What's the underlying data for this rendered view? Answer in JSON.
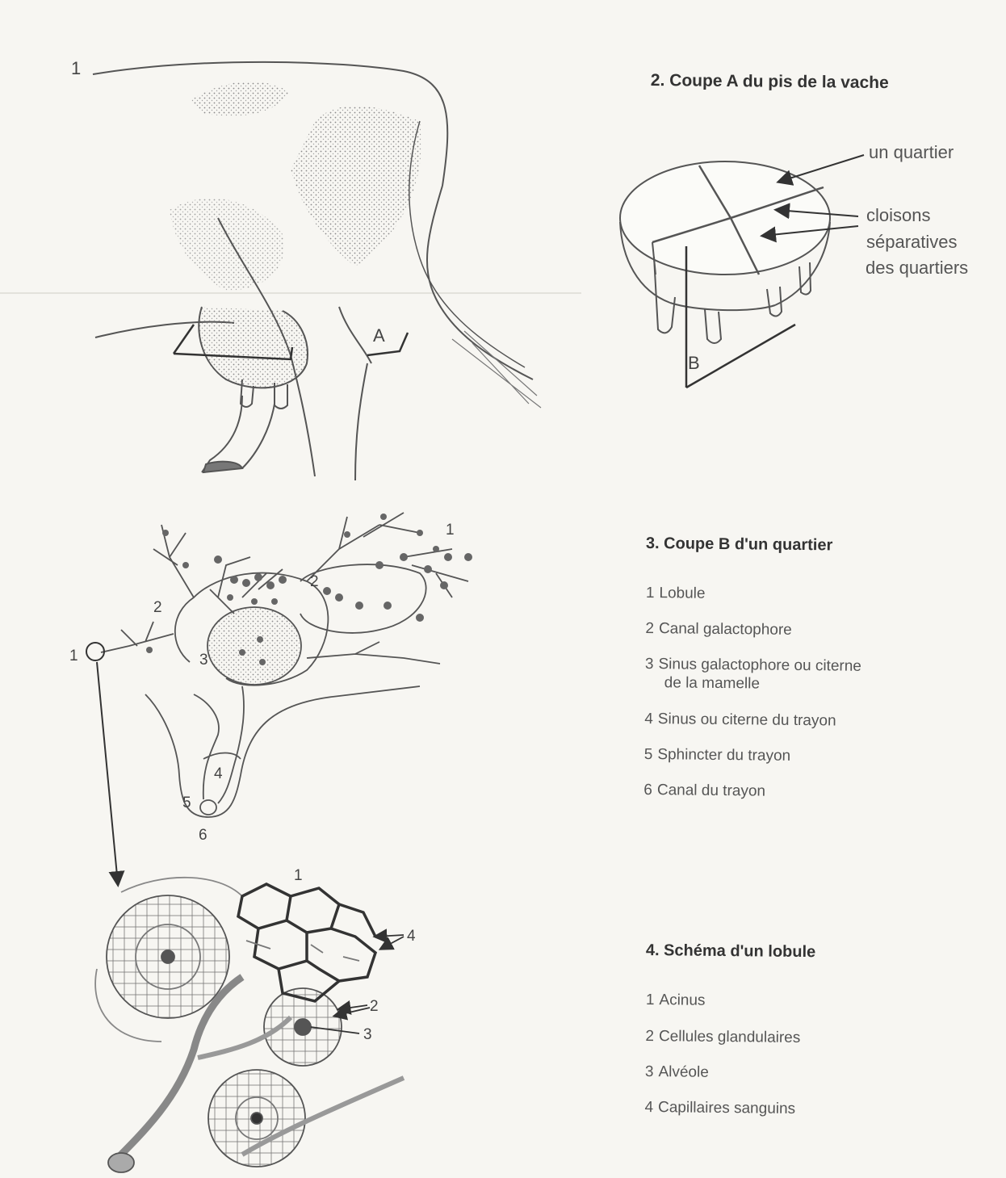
{
  "figure1": {
    "labels": {
      "marker": "1",
      "cut_a": "A"
    }
  },
  "figure2": {
    "title": "2. Coupe A du pis de la vache",
    "callouts": {
      "quartier": "un quartier",
      "cloisons_line1": "cloisons",
      "cloisons_line2": "séparatives",
      "cloisons_line3": "des quartiers"
    },
    "labels": {
      "cut_b": "B"
    }
  },
  "figure3": {
    "title": "3. Coupe B d'un quartier",
    "legend": [
      {
        "num": "1",
        "text": "Lobule"
      },
      {
        "num": "2",
        "text": "Canal galactophore"
      },
      {
        "num": "3",
        "text": "Sinus galactophore ou citerne",
        "text2": "de la mamelle"
      },
      {
        "num": "4",
        "text": "Sinus ou citerne du trayon"
      },
      {
        "num": "5",
        "text": "Sphincter du trayon"
      },
      {
        "num": "6",
        "text": "Canal du trayon"
      }
    ],
    "diagram_labels": {
      "l1a": "1",
      "l1b": "1",
      "l2a": "2",
      "l2b": "2",
      "l3": "3",
      "l4": "4",
      "l5": "5",
      "l6": "6"
    }
  },
  "figure4": {
    "title": "4. Schéma d'un lobule",
    "legend": [
      {
        "num": "1",
        "text": "Acinus"
      },
      {
        "num": "2",
        "text": "Cellules glandulaires"
      },
      {
        "num": "3",
        "text": "Alvéole"
      },
      {
        "num": "4",
        "text": "Capillaires sanguins"
      }
    ],
    "diagram_labels": {
      "l1": "1",
      "l2": "2",
      "l3": "3",
      "l4": "4"
    }
  }
}
